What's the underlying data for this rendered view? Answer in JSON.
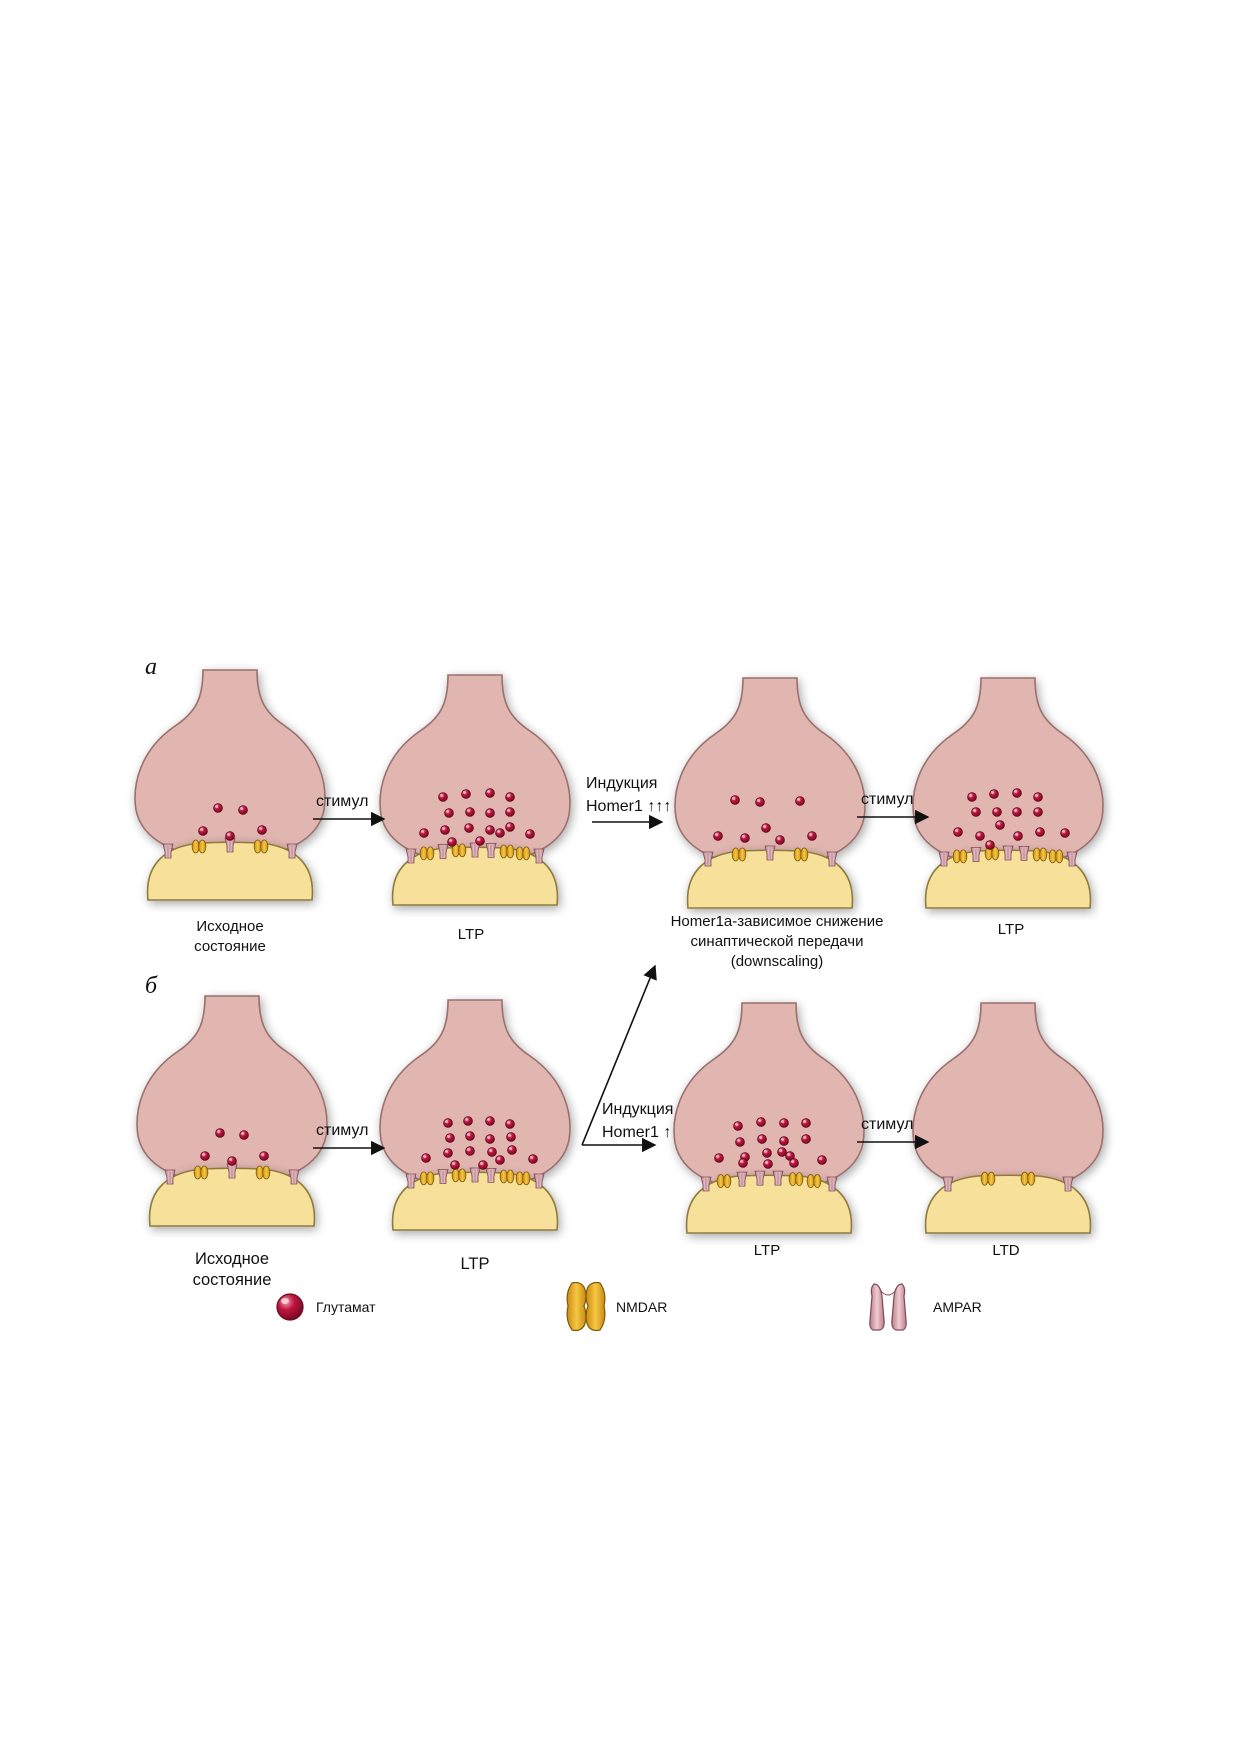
{
  "colors": {
    "presynaptic": "#e1b5b0",
    "presynaptic_stroke": "#9a6f6c",
    "postsynaptic": "#f7e19a",
    "postsynaptic_stroke": "#8f7b3c",
    "glutamate": "#b0123a",
    "nmdar": "#e6a922",
    "ampar": "#dcaab2"
  },
  "panels": [
    {
      "label": "а",
      "synapses": [
        {
          "caption": [
            "Исходное",
            "состояние"
          ]
        },
        {
          "caption": [
            "LTP"
          ]
        },
        {
          "caption": [
            "Homer1a-зависимое снижение",
            "синаптической передачи",
            "(downscaling)"
          ]
        },
        {
          "caption": [
            "LTP"
          ]
        }
      ],
      "arrows": [
        {
          "label": [
            "стимул"
          ]
        },
        {
          "label": [
            "Индукция",
            "Homer1 ↑↑↑"
          ]
        },
        {
          "label": [
            "стимул"
          ]
        }
      ]
    },
    {
      "label": "б",
      "synapses": [
        {
          "caption": [
            "Исходное",
            "состояние"
          ]
        },
        {
          "caption": [
            "LTP"
          ]
        },
        {
          "caption": [
            "LTP"
          ]
        },
        {
          "caption": [
            "LTD"
          ]
        }
      ],
      "arrows": [
        {
          "label": [
            "стимул"
          ]
        },
        {
          "label": [
            "Индукция",
            "Homer1 ↑"
          ]
        },
        {
          "label": [
            "стимул"
          ]
        }
      ]
    }
  ],
  "legend": [
    {
      "icon": "glutamate-icon",
      "label": "Глутамат"
    },
    {
      "icon": "nmdar-icon",
      "label": "NMDAR"
    },
    {
      "icon": "ampar-icon",
      "label": "AMPAR"
    }
  ]
}
